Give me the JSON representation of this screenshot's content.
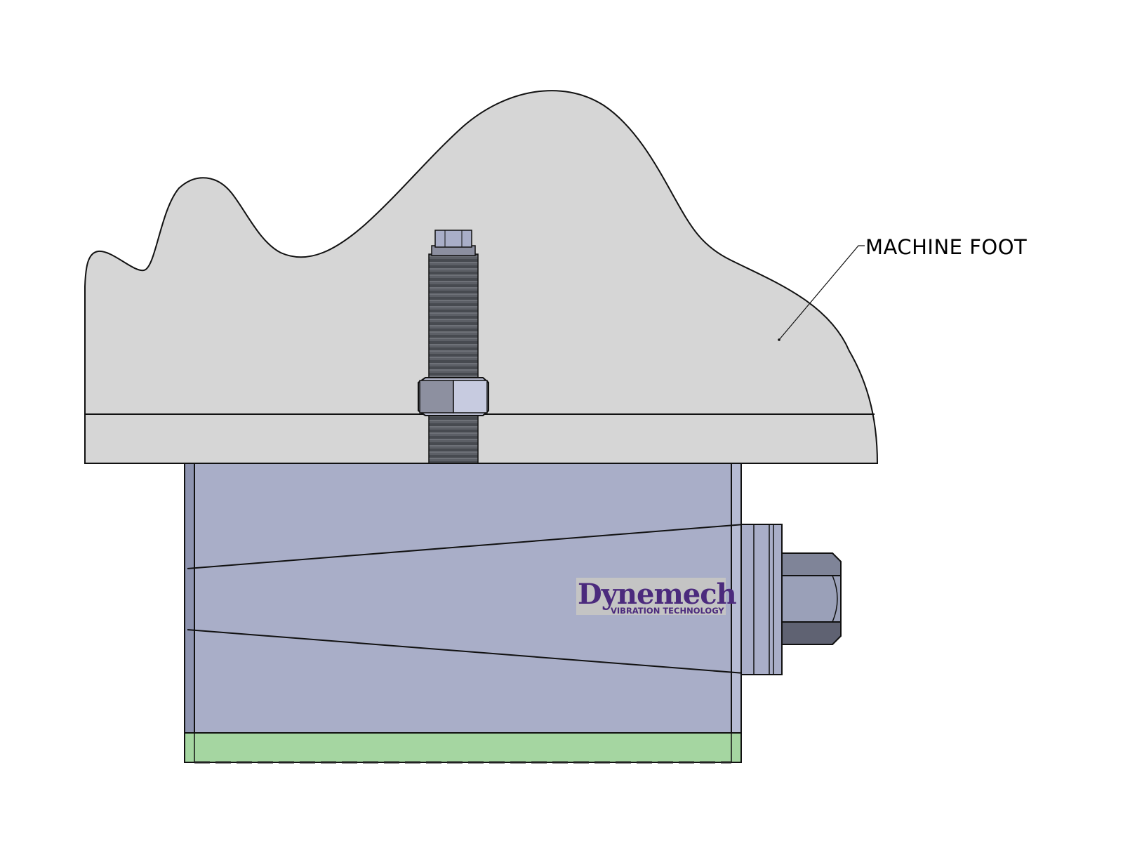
{
  "labels": {
    "machine_foot": "MACHINE FOOT"
  },
  "logo": {
    "name": "Dynemech",
    "tagline": "VIBRATION TECHNOLOGY"
  },
  "colors": {
    "machine_foot_fill": "#d6d6d6",
    "mount_body_fill": "#a9aec8",
    "mount_edge_fill": "#8e94b0",
    "base_pad_fill": "#a5d6a1",
    "bolt_fill": "#5c5f66",
    "nut_fill": "#b9bcd0",
    "logo_purple": "#4b2a7d",
    "outline": "#111111"
  }
}
